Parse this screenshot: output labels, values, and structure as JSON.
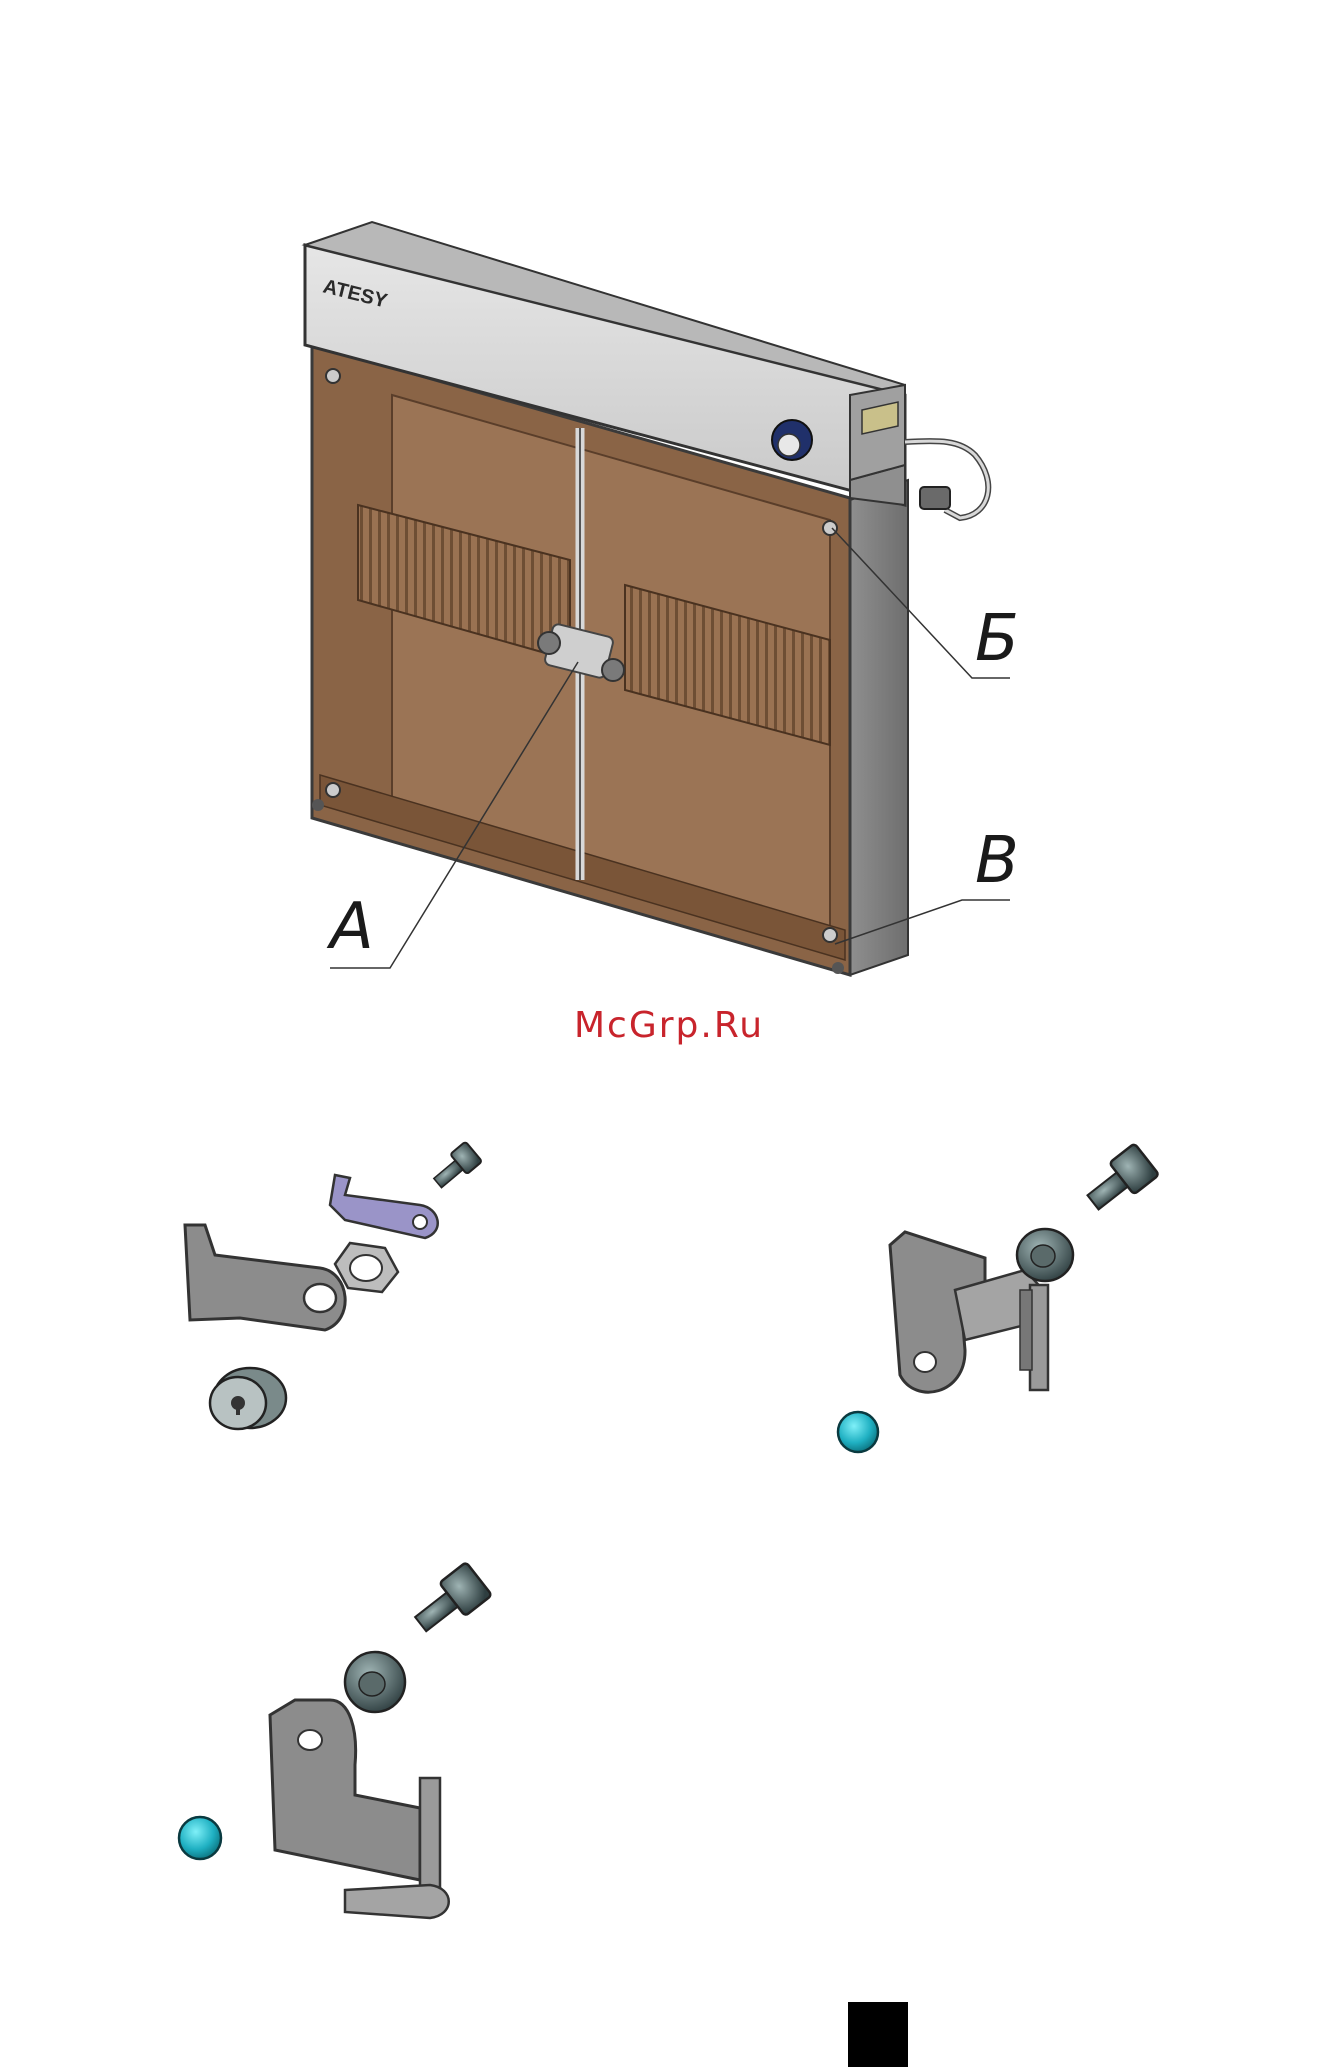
{
  "main_figure": {
    "brand": "ATESY",
    "callouts": {
      "a": "А",
      "b": "Б",
      "v": "В"
    }
  },
  "watermark": {
    "text": "McGrp.Ru",
    "color": "#c8242c"
  },
  "colors": {
    "housing": "#9a9a9a",
    "panel": "#d4d4d4",
    "interior": "#8a6446",
    "bracket": "#8c8c8c",
    "latch": "#9a94c8",
    "cap": "#22b4c4"
  },
  "details": {
    "detail_a": {
      "icons": [
        "cam-lock-icon"
      ]
    },
    "detail_b": {
      "icons": [
        "upper-hinge-icon"
      ]
    },
    "detail_v": {
      "icons": [
        "lower-hinge-icon"
      ]
    }
  }
}
